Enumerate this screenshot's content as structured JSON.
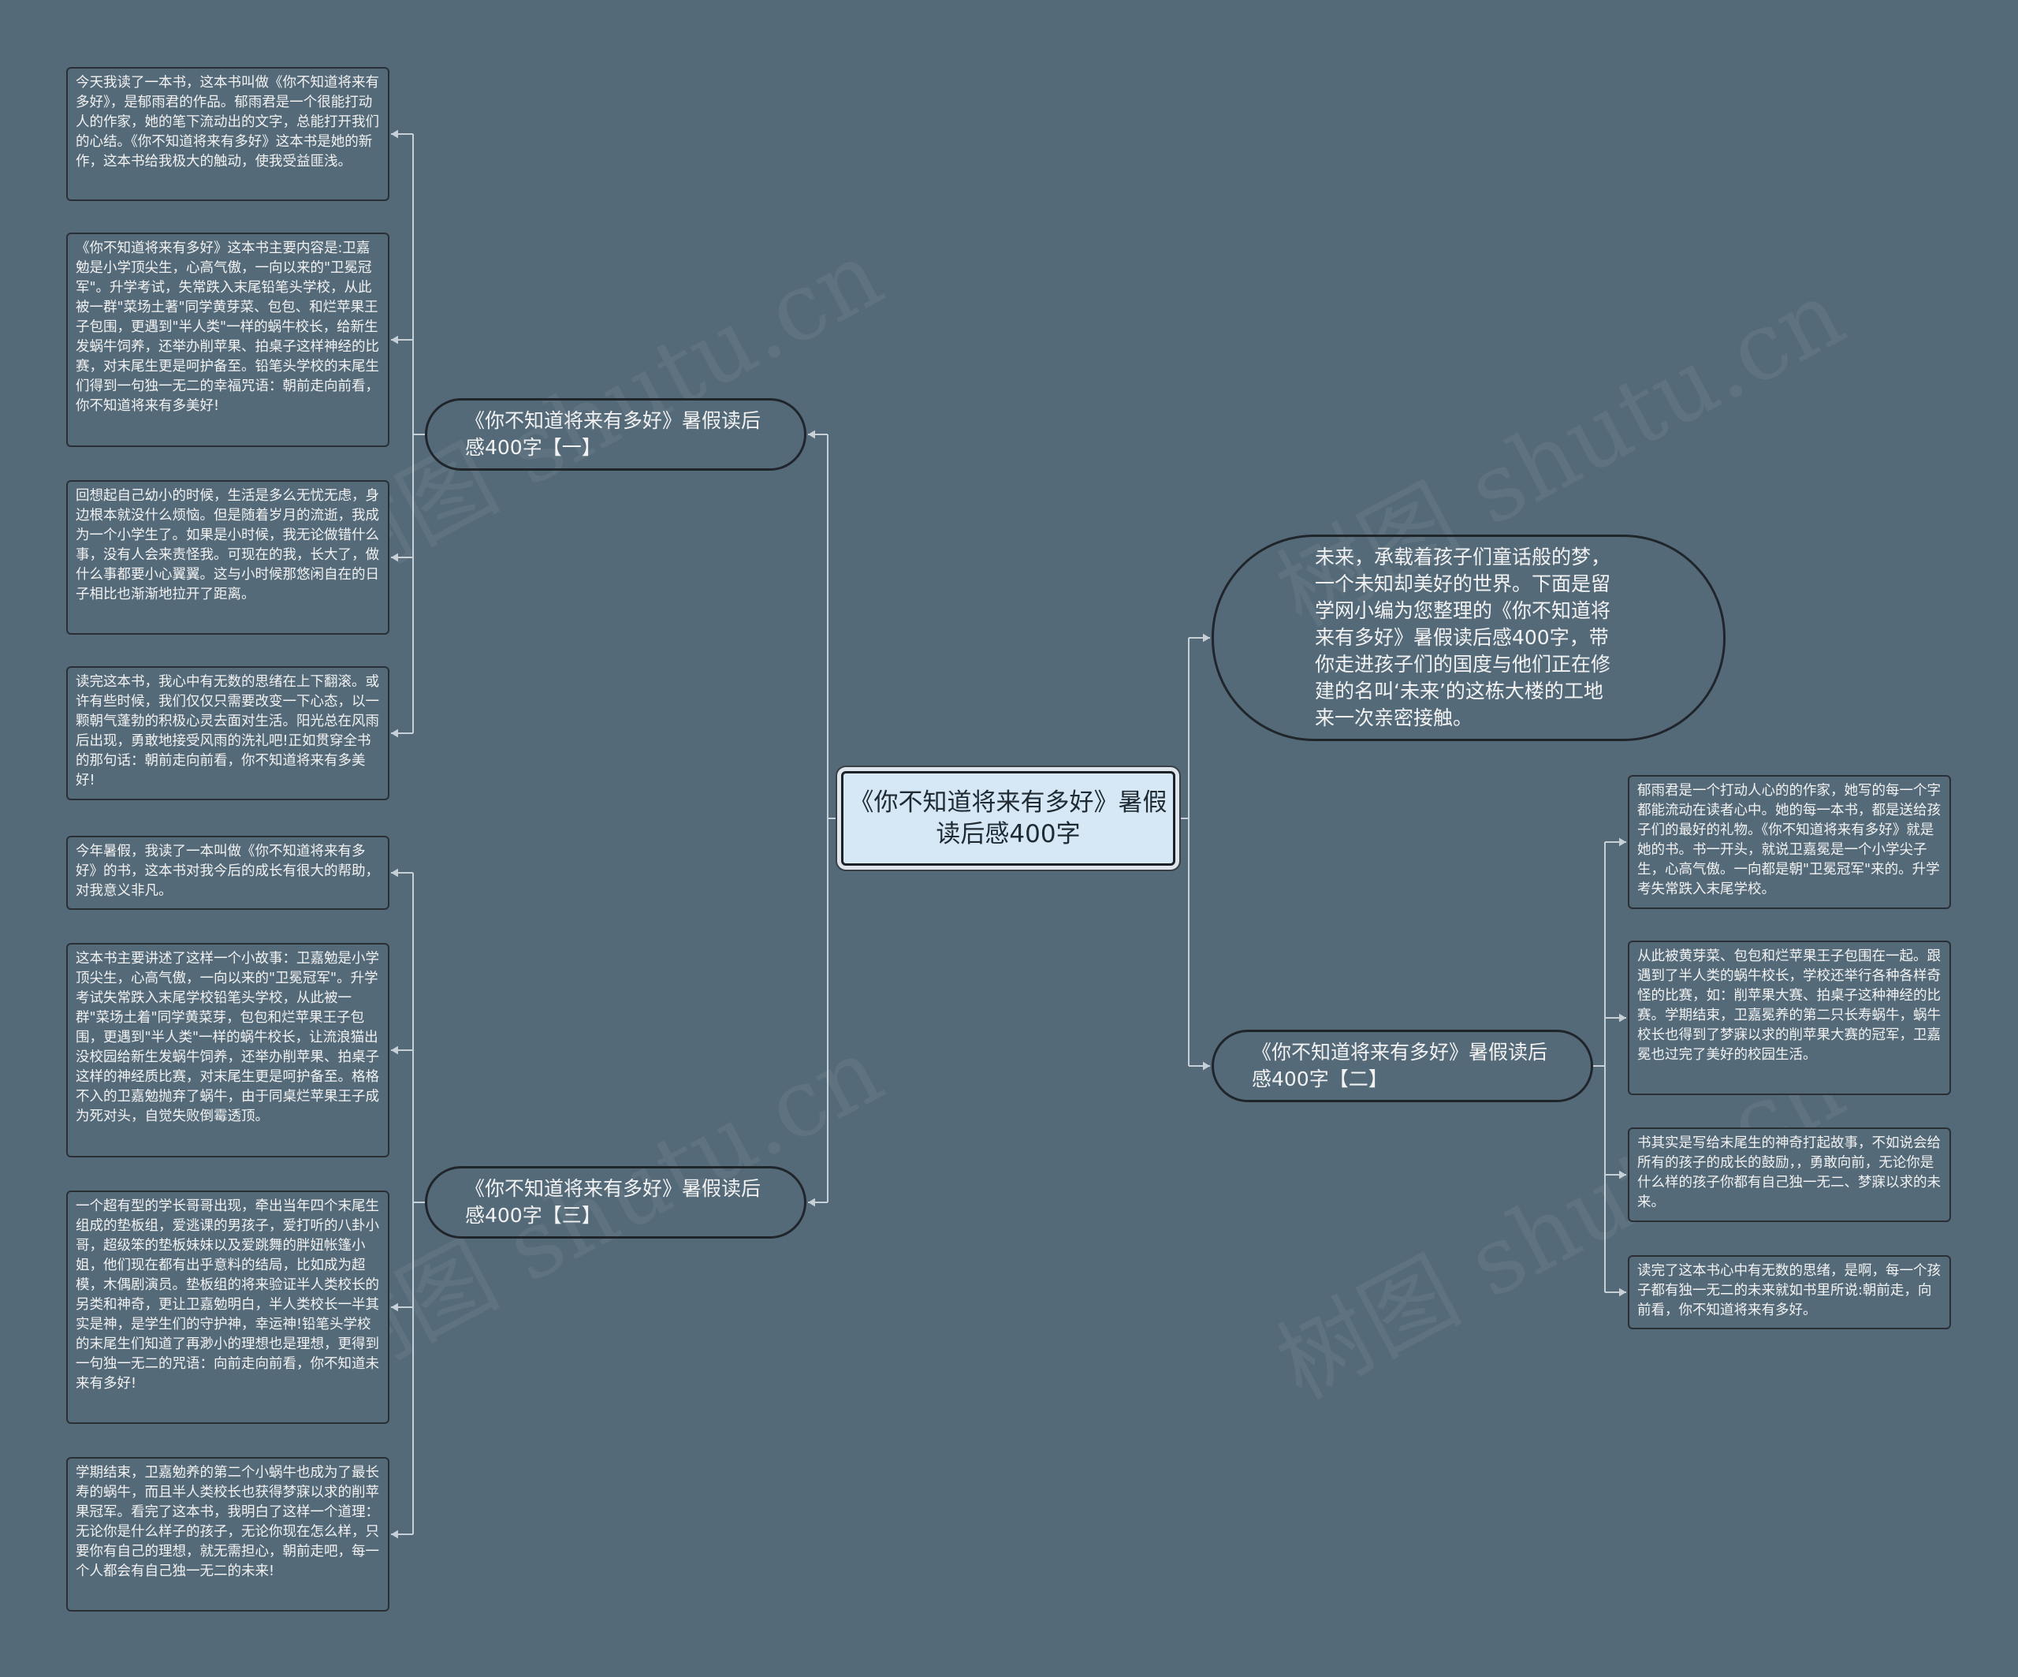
{
  "watermark": "树图 shutu.cn",
  "line_color": "#c7d0d6",
  "center": {
    "text": "《你不知道将来有多好》暑假读后感400字"
  },
  "intro": {
    "text": "未来，承载着孩子们童话般的梦，一个未知却美好的世界。下面是留学网小编为您整理的《你不知道将来有多好》暑假读后感400字，带你走进孩子们的国度与他们正在修建的名叫‘未来’的这栋大楼的工地来一次亲密接触。"
  },
  "branches": [
    {
      "label": "《你不知道将来有多好》暑假读后感400字【一】",
      "leaves": [
        "今天我读了一本书，这本书叫做《你不知道将来有多好》，是郁雨君的作品。郁雨君是一个很能打动人的作家，她的笔下流动出的文字，总能打开我们的心结。《你不知道将来有多好》这本书是她的新作，这本书给我极大的触动，使我受益匪浅。",
        "《你不知道将来有多好》这本书主要内容是:卫嘉勉是小学顶尖生，心高气傲，一向以来的\"卫冕冠军\"。升学考试，失常跌入末尾铅笔头学校，从此被一群\"菜场土著\"同学黄芽菜、包包、和烂苹果王子包围，更遇到\"半人类\"一样的蜗牛校长，给新生发蜗牛饲养，还举办削苹果、拍桌子这样神经的比赛，对末尾生更是呵护备至。铅笔头学校的末尾生们得到一句独一无二的幸福咒语：朝前走向前看，你不知道将来有多美好!",
        "回想起自己幼小的时候，生活是多么无忧无虑，身边根本就没什么烦恼。但是随着岁月的流逝，我成为一个小学生了。如果是小时候，我无论做错什么事，没有人会来责怪我。可现在的我，长大了，做什么事都要小心翼翼。这与小时候那悠闲自在的日子相比也渐渐地拉开了距离。",
        "读完这本书，我心中有无数的思绪在上下翻滚。或许有些时候，我们仅仅只需要改变一下心态，以一颗朝气蓬勃的积极心灵去面对生活。阳光总在风雨后出现，勇敢地接受风雨的洗礼吧!正如贯穿全书的那句话：朝前走向前看，你不知道将来有多美好!"
      ]
    },
    {
      "label": "《你不知道将来有多好》暑假读后感400字【三】",
      "leaves": [
        "今年暑假，我读了一本叫做《你不知道将来有多好》的书，这本书对我今后的成长有很大的帮助，对我意义非凡。",
        "这本书主要讲述了这样一个小故事：卫嘉勉是小学顶尖生，心高气傲，一向以来的\"卫冕冠军\"。升学考试失常跌入末尾学校铅笔头学校，从此被一群\"菜场土着\"同学黄菜芽，包包和烂苹果王子包围，更遇到\"半人类\"一样的蜗牛校长，让流浪猫出没校园给新生发蜗牛饲养，还举办削苹果、拍桌子这样的神经质比赛，对末尾生更是呵护备至。格格不入的卫嘉勉抛弃了蜗牛，由于同桌烂苹果王子成为死对头，自觉失败倒霉透顶。",
        "一个超有型的学长哥哥出现，牵出当年四个末尾生组成的垫板组，爱逃课的男孩子，爱打听的八卦小哥，超级笨的垫板妹妹以及爱跳舞的胖妞帐篷小姐，他们现在都有出乎意料的结局，比如成为超模，木偶剧演员。垫板组的将来验证半人类校长的另类和神奇，更让卫嘉勉明白，半人类校长一半其实是神，是学生们的守护神，幸运神!铅笔头学校的末尾生们知道了再渺小的理想也是理想，更得到一句独一无二的咒语：向前走向前看，你不知道未来有多好!",
        "学期结束，卫嘉勉养的第二个小蜗牛也成为了最长寿的蜗牛，而且半人类校长也获得梦寐以求的削苹果冠军。看完了这本书，我明白了这样一个道理：无论你是什么样子的孩子，无论你现在怎么样，只要你有自己的理想，就无需担心，朝前走吧，每一个人都会有自己独一无二的未来!"
      ]
    },
    {
      "label": "《你不知道将来有多好》暑假读后感400字【二】",
      "leaves": [
        "郁雨君是一个打动人心的的作家，她写的每一个字都能流动在读者心中。她的每一本书，都是送给孩子们的最好的礼物。《你不知道将来有多好》就是她的书。书一开头，就说卫嘉冕是一个小学尖子生，心高气傲。一向都是朝\"卫冕冠军\"来的。升学考失常跌入末尾学校。",
        "从此被黄芽菜、包包和烂苹果王子包围在一起。跟遇到了半人类的蜗牛校长，学校还举行各种各样奇怪的比赛，如：削苹果大赛、拍桌子这种神经的比赛。学期结束，卫嘉冕养的第二只长寿蜗牛，蜗牛校长也得到了梦寐以求的削苹果大赛的冠军，卫嘉冕也过完了美好的校园生活。",
        "书其实是写给末尾生的神奇打起故事，不如说会给所有的孩子的成长的鼓励，，勇敢向前，无论你是什么样的孩子你都有自己独一无二、梦寐以求的未来。",
        "读完了这本书心中有无数的思绪，是啊，每一个孩子都有独一无二的未来就如书里所说:朝前走，向前看，你不知道将来有多好。"
      ]
    }
  ]
}
